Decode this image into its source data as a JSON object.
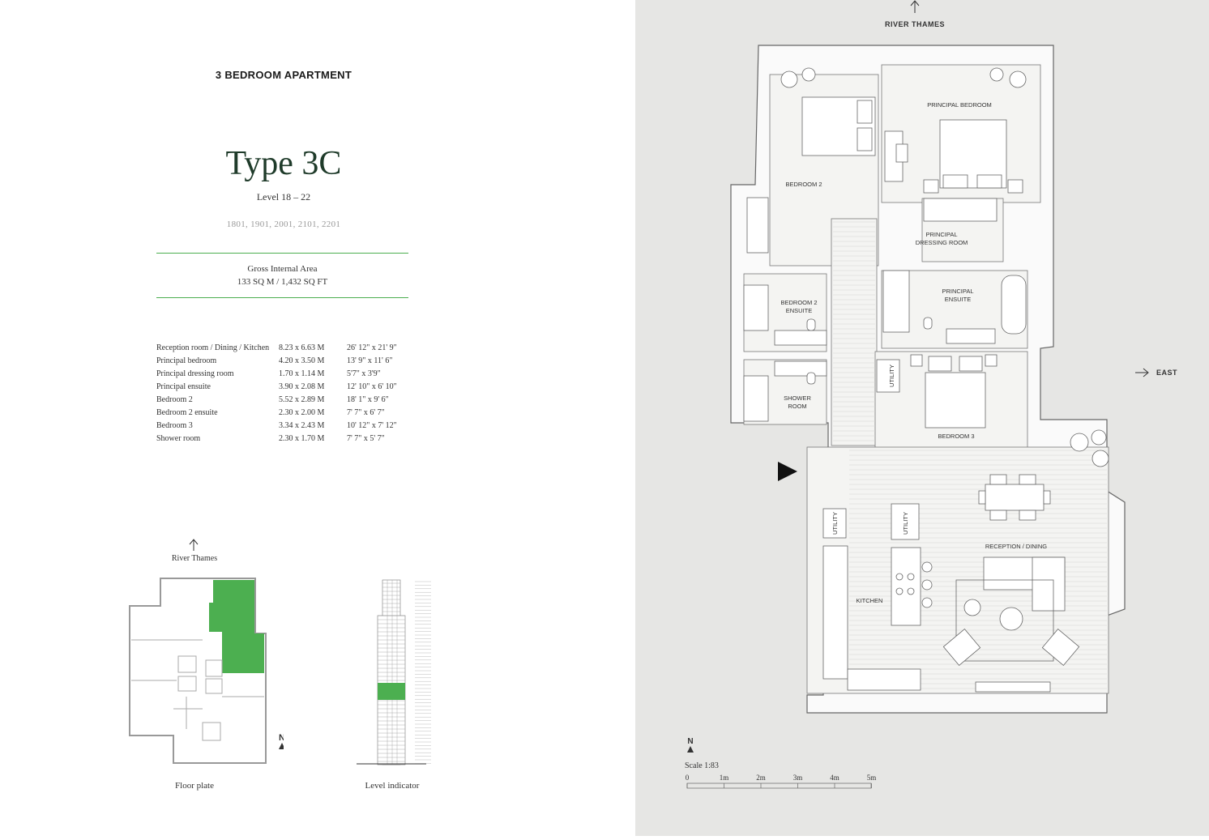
{
  "apartment": {
    "heading": "3 BEDROOM APARTMENT",
    "type": "Type 3C",
    "levels": "Level 18 – 22",
    "units": "1801, 1901, 2001, 2101, 2201"
  },
  "area": {
    "label": "Gross Internal Area",
    "value": "133 SQ M / 1,432 SQ FT"
  },
  "rooms": [
    {
      "name": "Reception room / Dining / Kitchen",
      "metric": "8.23 x 6.63 M",
      "imperial": "26' 12\" x 21' 9\""
    },
    {
      "name": "Principal bedroom",
      "metric": "4.20 x 3.50 M",
      "imperial": "13' 9\" x 11' 6\""
    },
    {
      "name": "Principal dressing room",
      "metric": "1.70 x 1.14 M",
      "imperial": "5'7\" x 3'9\""
    },
    {
      "name": "Principal ensuite",
      "metric": "3.90 x 2.08 M",
      "imperial": "12' 10\" x 6' 10\""
    },
    {
      "name": "Bedroom 2",
      "metric": "5.52 x 2.89 M",
      "imperial": "18' 1\" x 9' 6\""
    },
    {
      "name": "Bedroom 2 ensuite",
      "metric": "2.30 x 2.00 M",
      "imperial": "7' 7\" x 6' 7\""
    },
    {
      "name": "Bedroom 3",
      "metric": "3.34 x 2.43 M",
      "imperial": "10' 12\" x 7' 12\""
    },
    {
      "name": "Shower room",
      "metric": "2.30 x 1.70 M",
      "imperial": "7' 7\" x 5' 7\""
    }
  ],
  "keyplan": {
    "river_label": "River Thames",
    "floor_plate_caption": "Floor plate",
    "level_indicator_caption": "Level indicator",
    "north": "N"
  },
  "plan": {
    "river_label": "RIVER THAMES",
    "east_label": "EAST",
    "north": "N",
    "scale_label": "Scale 1:83",
    "scale_ticks": [
      "0",
      "1m",
      "2m",
      "3m",
      "4m",
      "5m"
    ],
    "room_labels": {
      "principal_bedroom": "PRINCIPAL BEDROOM",
      "bedroom_2": "BEDROOM 2",
      "dressing_1": "PRINCIPAL",
      "dressing_2": "DRESSING ROOM",
      "ensuite_p1": "PRINCIPAL",
      "ensuite_p2": "ENSUITE",
      "ensuite_b1": "BEDROOM 2",
      "ensuite_b2": "ENSUITE",
      "shower_1": "SHOWER",
      "shower_2": "ROOM",
      "bedroom_3": "BEDROOM 3",
      "utility": "UTILITY",
      "kitchen": "KITCHEN",
      "reception": "RECEPTION / DINING"
    }
  },
  "colors": {
    "highlight": "#4caf50",
    "title": "#1f3b2a",
    "panel": "#e6e6e4"
  }
}
